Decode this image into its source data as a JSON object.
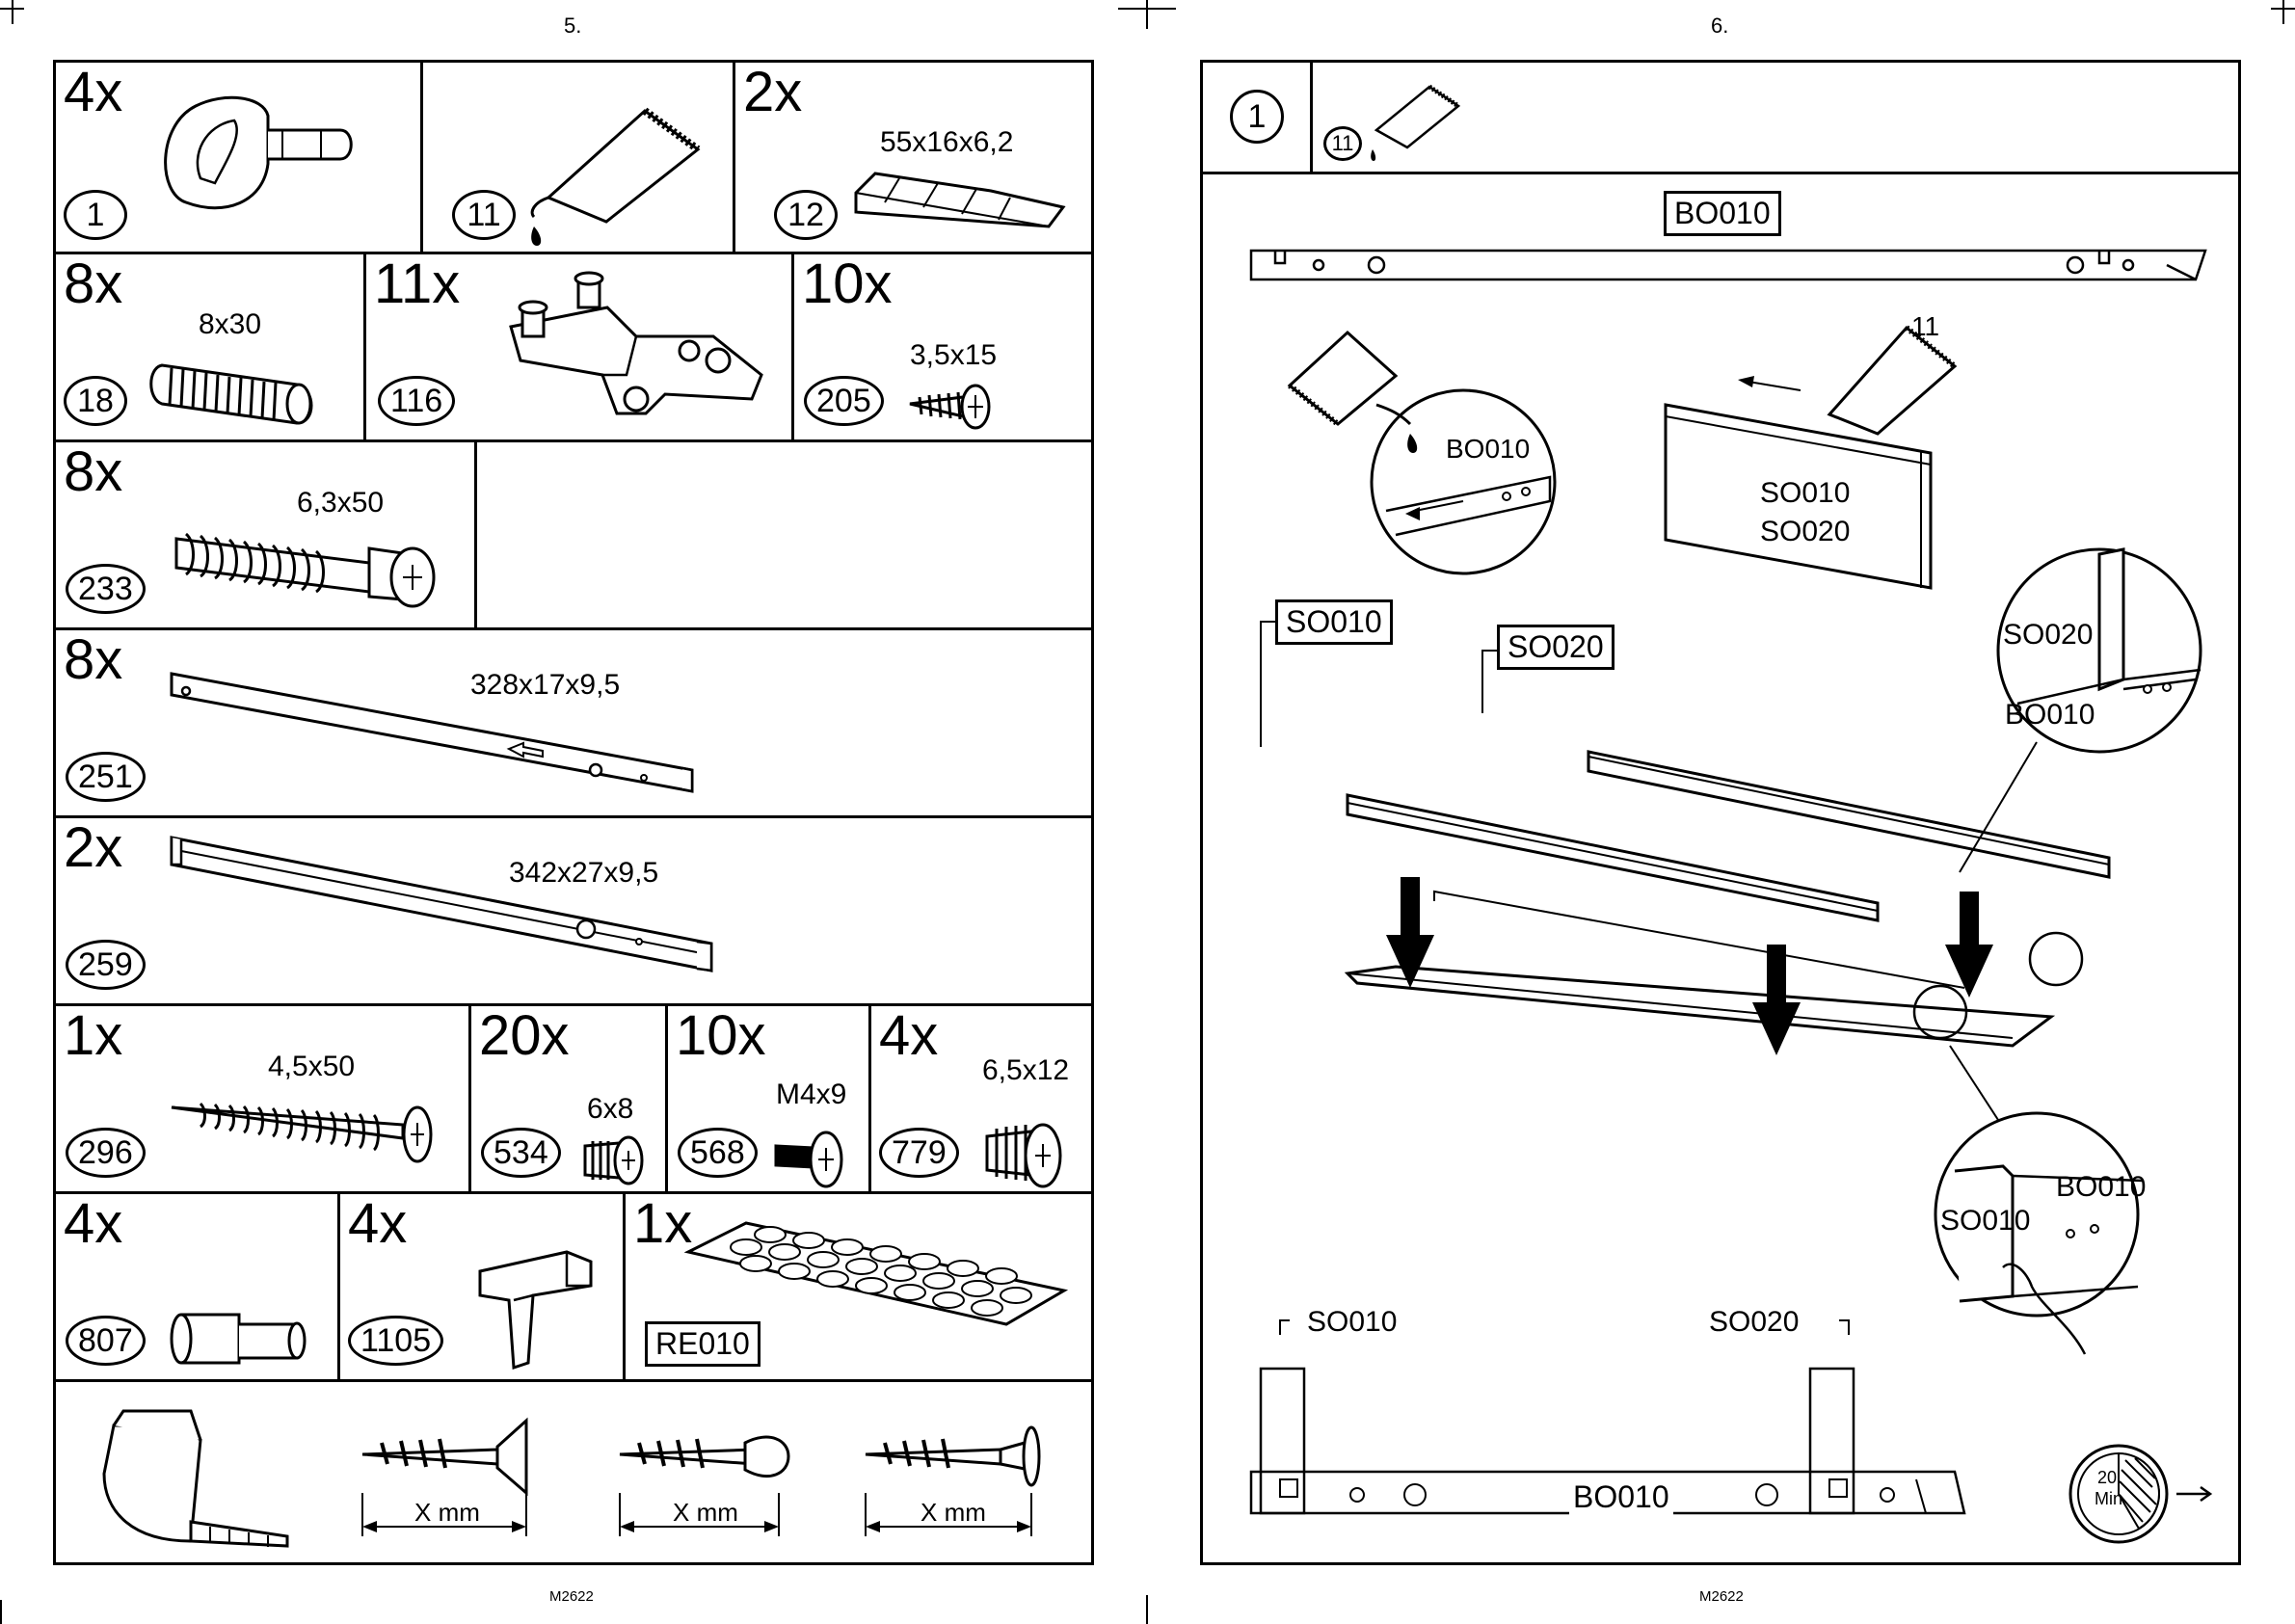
{
  "left_page": {
    "page_number": "5.",
    "footer": "M2622",
    "parts": [
      {
        "qty": "4x",
        "id": "1",
        "dim": "",
        "icon": "cam-lock-icon"
      },
      {
        "qty": "",
        "id": "11",
        "dim": "",
        "icon": "glue-tube-icon"
      },
      {
        "qty": "2x",
        "id": "12",
        "dim": "55x16x6,2",
        "icon": "wedge-shim-icon"
      },
      {
        "qty": "8x",
        "id": "18",
        "dim": "8x30",
        "icon": "wooden-dowel-icon"
      },
      {
        "qty": "11x",
        "id": "116",
        "dim": "",
        "icon": "hinge-icon"
      },
      {
        "qty": "10x",
        "id": "205",
        "dim": "3,5x15",
        "icon": "short-screw-icon"
      },
      {
        "qty": "8x",
        "id": "233",
        "dim": "6,3x50",
        "icon": "cam-bolt-icon"
      },
      {
        "qty": "8x",
        "id": "251",
        "dim": "328x17x9,5",
        "icon": "drawer-runner-icon"
      },
      {
        "qty": "2x",
        "id": "259",
        "dim": "342x27x9,5",
        "icon": "drawer-runner-icon"
      },
      {
        "qty": "1x",
        "id": "296",
        "dim": "4,5x50",
        "icon": "long-screw-icon"
      },
      {
        "qty": "20x",
        "id": "534",
        "dim": "6x8",
        "icon": "small-screw-icon"
      },
      {
        "qty": "10x",
        "id": "568",
        "dim": "M4x9",
        "icon": "machine-screw-icon"
      },
      {
        "qty": "4x",
        "id": "779",
        "dim": "6,5x12",
        "icon": "wide-screw-icon"
      },
      {
        "qty": "4x",
        "id": "807",
        "dim": "",
        "icon": "shelf-pin-icon"
      },
      {
        "qty": "4x",
        "id": "1105",
        "dim": "",
        "icon": "shelf-support-icon"
      },
      {
        "qty": "1x",
        "id": "RE010",
        "dim": "",
        "icon": "felt-pad-sheet-icon"
      }
    ],
    "measure_row": {
      "labels": [
        "X mm",
        "X mm",
        "X mm"
      ]
    }
  },
  "right_page": {
    "page_number": "6.",
    "footer": "M2622",
    "step_number": "1",
    "step_part": "11",
    "labels": {
      "top_board": "BO010",
      "detail_bo": "BO010",
      "glue_part": "11",
      "panel_a": "SO010",
      "panel_b": "SO020",
      "box_so010": "SO010",
      "box_so020": "SO020",
      "circle_so020": "SO020",
      "circle_bo010": "BO010",
      "circle2_so010": "SO010",
      "circle2_bo010": "BO010",
      "bottom_so010": "SO010",
      "bottom_so020": "SO020",
      "bottom_bo010": "BO010",
      "timer_value": "20",
      "timer_unit": "Min"
    }
  }
}
